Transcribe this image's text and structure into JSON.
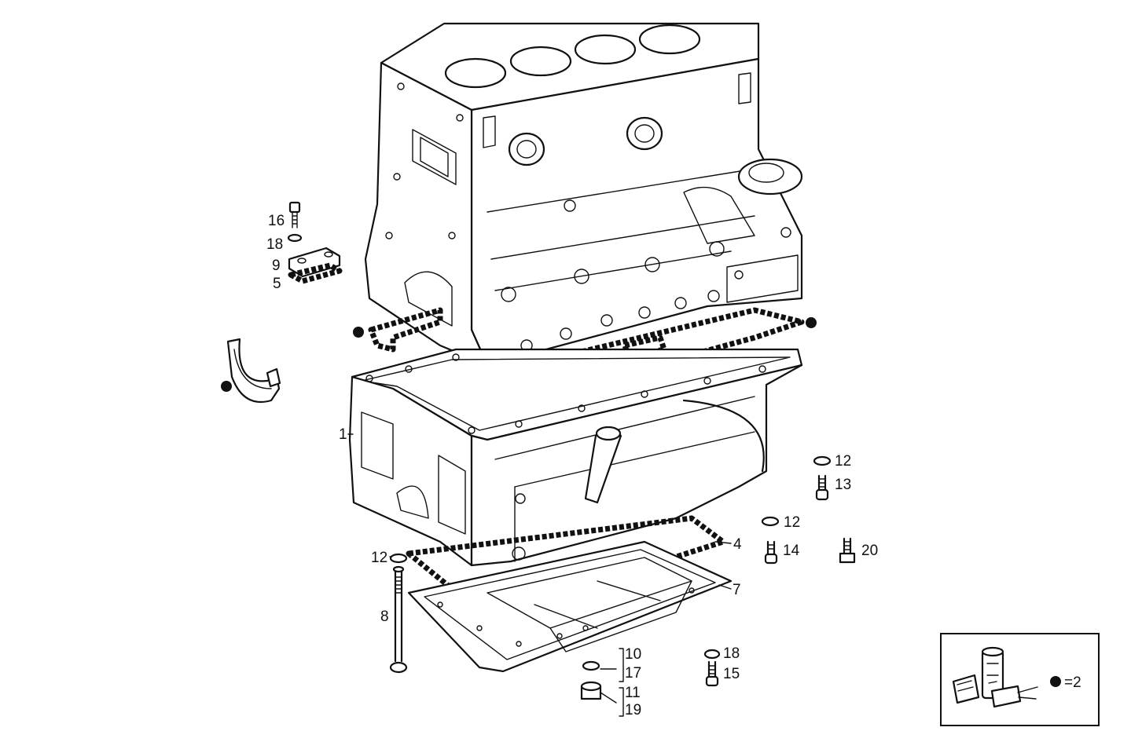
{
  "callouts": {
    "c1": "1",
    "c4": "4",
    "c5": "5",
    "c7": "7",
    "c8": "8",
    "c9": "9",
    "c10": "10",
    "c11": "11",
    "c12a": "12",
    "c12b": "12",
    "c12c": "12",
    "c13": "13",
    "c14": "14",
    "c15": "15",
    "c16": "16",
    "c17": "17",
    "c18a": "18",
    "c18b": "18",
    "c19": "19",
    "c20": "20"
  },
  "legend": {
    "text": "=2"
  }
}
